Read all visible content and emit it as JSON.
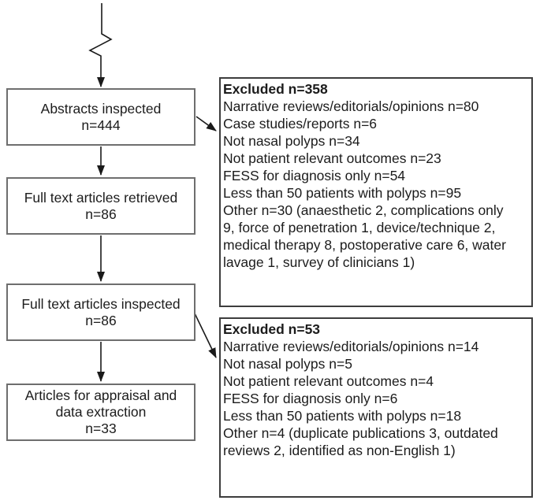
{
  "colors": {
    "background": "#ffffff",
    "flow_box_border": "#6e6e6e",
    "exclusion_box_border": "#3d3d3d",
    "arrow": "#1a1a1a",
    "text": "#1c1c1c"
  },
  "flow": {
    "abstracts": {
      "label": "Abstracts inspected",
      "count": "n=444"
    },
    "retrieved": {
      "label": "Full text articles retrieved",
      "count": "n=86"
    },
    "inspected": {
      "label": "Full text articles inspected",
      "count": "n=86"
    },
    "appraisal": {
      "label_line1": "Articles for appraisal and",
      "label_line2": "data extraction",
      "count": "n=33"
    }
  },
  "excluded1": {
    "title": "Excluded n=358",
    "items": [
      "Narrative reviews/editorials/opinions n=80",
      "Case studies/reports n=6",
      "Not nasal polyps n=34",
      "Not patient relevant outcomes n=23",
      "FESS for diagnosis only n=54",
      "Less than 50 patients with polyps n=95",
      "Other n=30 (anaesthetic 2, complications only 9, force of penetration 1, device/technique 2, medical therapy 8, postoperative care 6, water lavage 1, survey of clinicians 1)"
    ]
  },
  "excluded2": {
    "title": "Excluded n=53",
    "items": [
      "Narrative reviews/editorials/opinions n=14",
      "Not nasal polyps n=5",
      "Not patient relevant outcomes n=4",
      "FESS for diagnosis only n=6",
      "Less than 50 patients with polyps n=18",
      "Other n=4 (duplicate publications 3, outdated reviews 2, identified as non-English 1)"
    ]
  }
}
